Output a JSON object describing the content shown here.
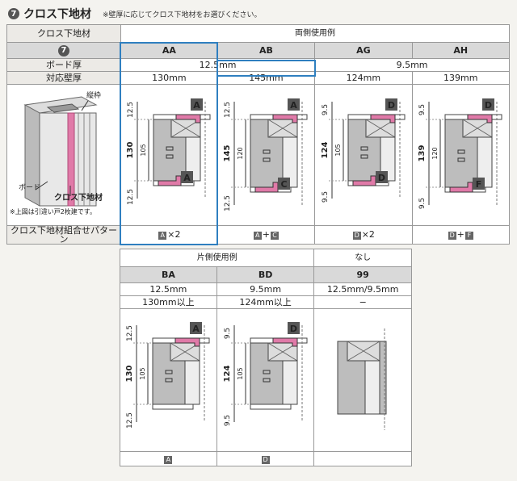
{
  "header": {
    "num": "7",
    "title": "クロス下地材",
    "note": "※壁厚に応じてクロス下地材をお選びください。"
  },
  "top": {
    "rowlabels": {
      "material": "クロス下地材",
      "board": "ボード厚",
      "wall": "対応壁厚",
      "pattern": "クロス下地材組合せパターン"
    },
    "group": "両側使用例",
    "badge": "7",
    "codes": [
      "AA",
      "AB",
      "AG",
      "AH"
    ],
    "board": [
      "12.5mm",
      "9.5mm"
    ],
    "wall": [
      "130mm",
      "145mm",
      "124mm",
      "139mm"
    ],
    "pattern": [
      {
        "a": "A",
        "op": "×2",
        "b": ""
      },
      {
        "a": "A",
        "op": "+",
        "b": "C"
      },
      {
        "a": "D",
        "op": "×2",
        "b": ""
      },
      {
        "a": "D",
        "op": "+",
        "b": "F"
      }
    ],
    "legend": {
      "tate": "縦枠",
      "board": "ボード",
      "cloth": "クロス下地材",
      "note": "※上図は引違い戸2枚建です。"
    }
  },
  "bottom": {
    "group": "片側使用例",
    "none": "なし",
    "codes": [
      "BA",
      "BD",
      "99"
    ],
    "board": [
      "12.5mm",
      "9.5mm",
      "12.5mm/9.5mm"
    ],
    "wall": [
      "130mm以上",
      "124mm以上",
      "−"
    ],
    "pattern": [
      "A",
      "D",
      ""
    ]
  },
  "diagrams": {
    "AA": {
      "top": "12.5",
      "total": "130",
      "inner": "105",
      "bottom": "12.5",
      "tag1": "A",
      "tag2": "A"
    },
    "AB": {
      "top": "12.5",
      "total": "145",
      "inner": "120",
      "bottom": "12.5",
      "tag1": "A",
      "tag2": "C"
    },
    "AG": {
      "top": "9.5",
      "total": "124",
      "inner": "105",
      "bottom": "9.5",
      "tag1": "D",
      "tag2": "D"
    },
    "AH": {
      "top": "9.5",
      "total": "139",
      "inner": "120",
      "bottom": "9.5",
      "tag1": "D",
      "tag2": "F"
    },
    "BA": {
      "top": "12.5",
      "total": "130",
      "inner": "105",
      "bottom": "12.5",
      "tag1": "A"
    },
    "BD": {
      "top": "9.5",
      "total": "124",
      "inner": "105",
      "bottom": "9.5",
      "tag1": "D"
    }
  },
  "colors": {
    "highlight": "#2f7fc0",
    "cloth": "#e07aa8",
    "tag": "#555555"
  }
}
